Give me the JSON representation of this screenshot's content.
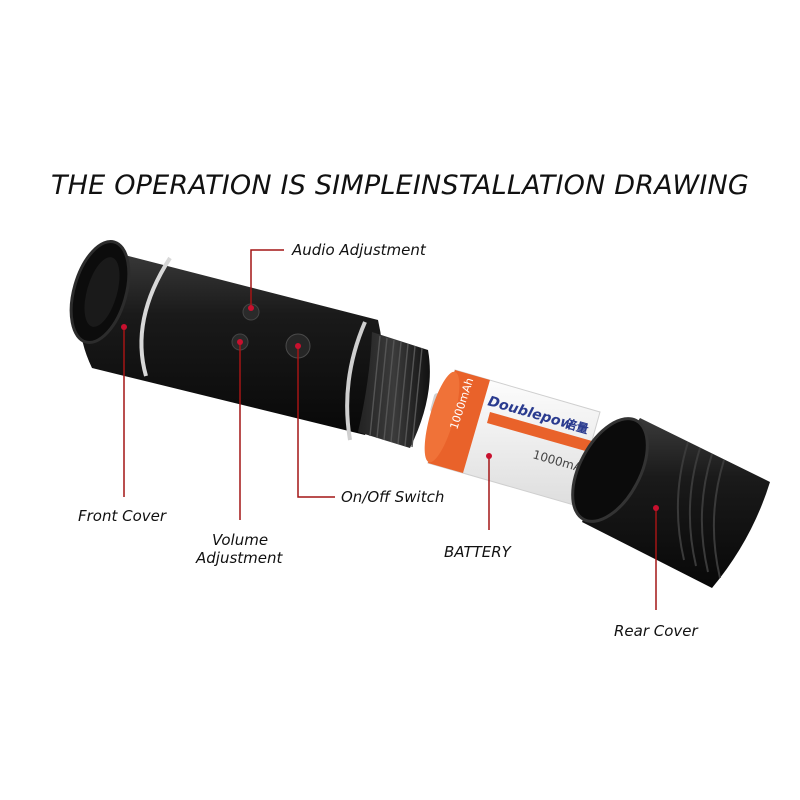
{
  "title": "THE OPERATION IS SIMPLEINSTALLATION DRAWING",
  "labels": {
    "audio": "Audio Adjustment",
    "front": "Front Cover",
    "volume_line1": "Volume",
    "volume_line2": "Adjustment",
    "onoff": "On/Off Switch",
    "battery": "BATTERY",
    "rear": "Rear Cover"
  },
  "battery_print": {
    "brand": "Doublepow",
    "brand_cjk": "倍量",
    "capacity": "1000mAh"
  },
  "colors": {
    "leader_line": "#a31515",
    "marker_dot": "#c8102e",
    "battery_orange": "#e9622a",
    "body_black": "#141414"
  }
}
